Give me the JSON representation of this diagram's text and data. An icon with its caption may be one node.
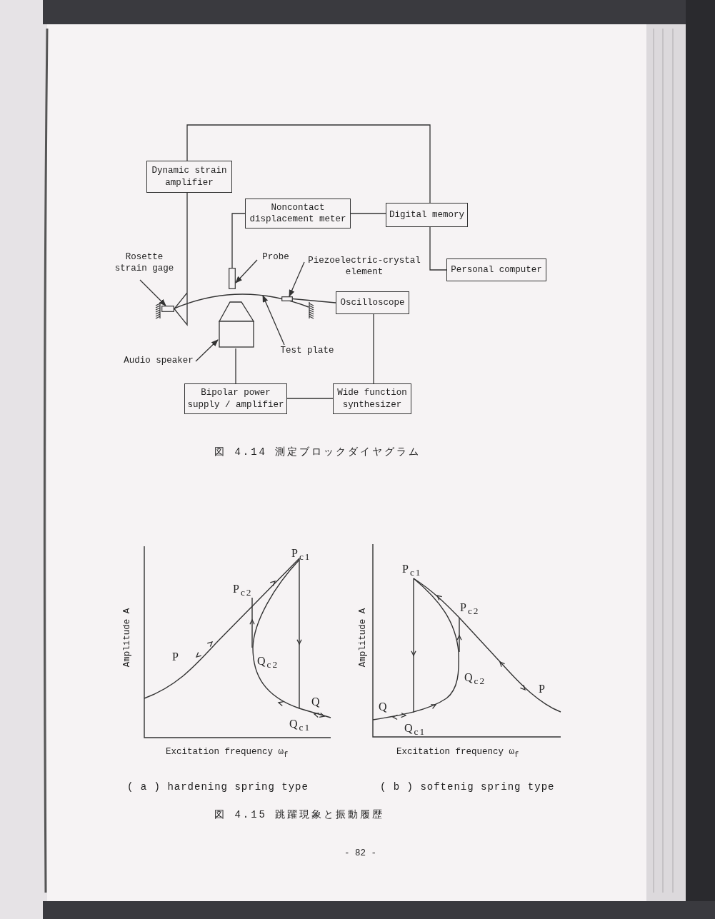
{
  "diagram": {
    "nodes": [
      {
        "text": [
          "Dynamic strain amplifier"
        ]
      },
      {
        "text": [
          "Noncontact displacement meter"
        ]
      },
      {
        "text": [
          "Digital memory"
        ]
      },
      {
        "text": [
          "Personal computer"
        ]
      },
      {
        "text": [
          "Oscilloscope"
        ]
      },
      {
        "text": [
          "Bipolar power supply / amplifier"
        ]
      },
      {
        "text": [
          "Wide function synthesizer"
        ]
      },
      {
        "text": [
          "Rosette strain gage"
        ]
      },
      {
        "text": [
          "Probe"
        ]
      },
      {
        "text": [
          "Piezoelectric-crystal element"
        ]
      },
      {
        "text": [
          "Audio speaker"
        ]
      },
      {
        "text": [
          "Test plate"
        ]
      },
      {
        "text": [],
        "shape": "box"
      },
      {
        "text": [],
        "shape": "box"
      },
      {
        "text": [],
        "shape": "plate"
      },
      {
        "text": [],
        "shape": "box",
        "in": 14
      },
      {
        "text": [],
        "shape": "speaker"
      }
    ],
    "edges": [
      {
        "from": 0,
        "to": 2,
        "arrow": "none"
      },
      {
        "from": 0,
        "to": 12,
        "arrow": "other"
      },
      {
        "from": 1,
        "to": 13,
        "arrow": "none"
      },
      {
        "from": 1,
        "to": 2,
        "arrow": "none"
      },
      {
        "from": 2,
        "to": 3,
        "arrow": "none"
      },
      {
        "from": 4,
        "to": 15,
        "arrow": "none"
      },
      {
        "from": 4,
        "to": 6,
        "arrow": "none"
      },
      {
        "from": 5,
        "to": 6,
        "arrow": "none"
      },
      {
        "from": 5,
        "to": 16,
        "arrow": "none"
      },
      {
        "from": 7,
        "to": 12,
        "arrow": "to"
      },
      {
        "from": 8,
        "to": 13,
        "arrow": "to"
      },
      {
        "from": 9,
        "to": 15,
        "arrow": "to"
      },
      {
        "from": 11,
        "to": 14,
        "arrow": "to"
      },
      {
        "from": 10,
        "to": 16,
        "arrow": "to"
      }
    ],
    "labels": [
      "図 4.14 測定ブロックダイヤグラム",
      "Amplitude A",
      "P$_{c1}$",
      "P$_{c2}$",
      "P",
      "Q$_{c2}$",
      "Q",
      "Q$_{c1}$",
      "Excitation frequency ω$_{f}$",
      "Amplitude A",
      "P$_{c1}$",
      "P$_{c2}$",
      "Q$_{c2}$",
      "P",
      "Q",
      "Q$_{c1}$",
      "Excitation frequency ω$_{f}$",
      "( a ) hardening spring type",
      "( b ) softenig spring type",
      "図 4.15 跳躍現象と振動履歴",
      "- 82 -"
    ]
  }
}
